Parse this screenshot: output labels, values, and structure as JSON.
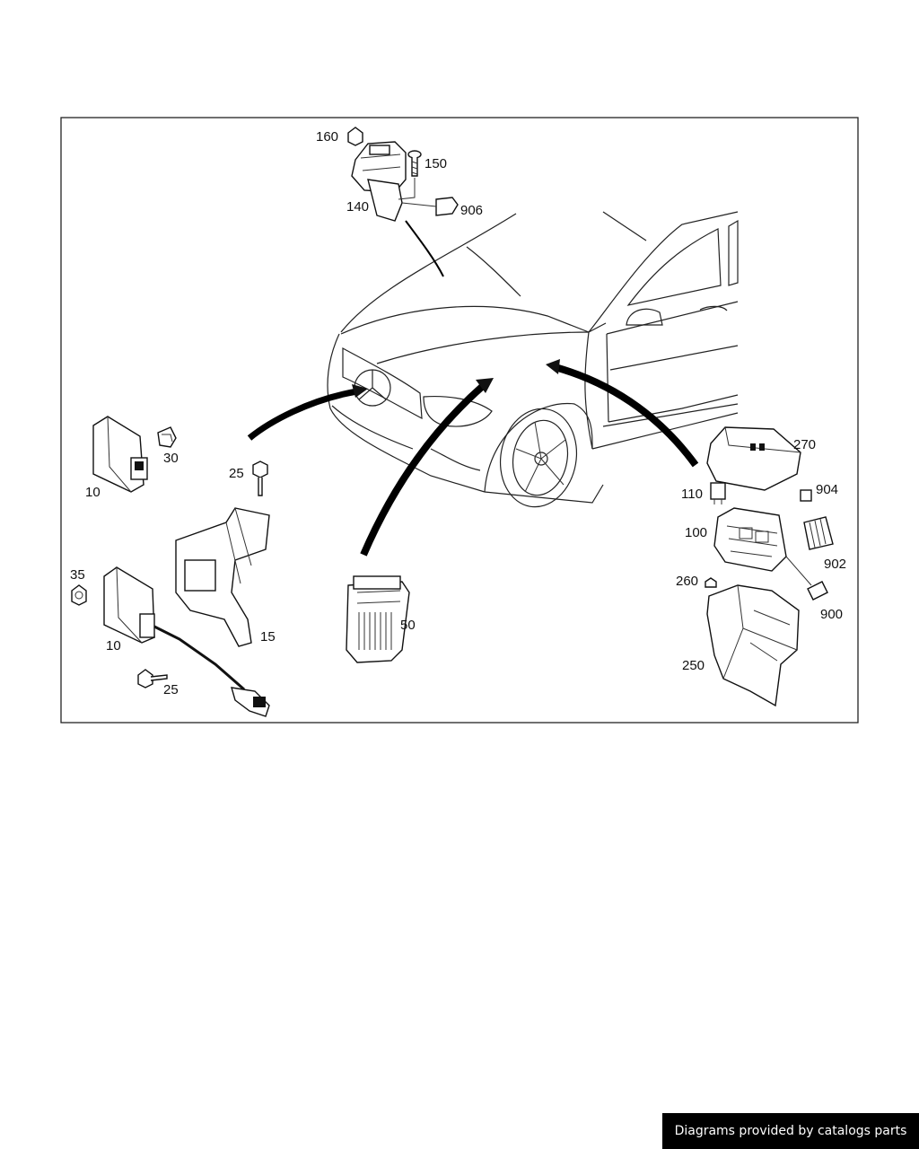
{
  "footer": {
    "text": "Diagrams provided by catalogs parts"
  },
  "callouts": {
    "p160": "160",
    "p150": "150",
    "p140": "140",
    "p906": "906",
    "p30": "30",
    "p10a": "10",
    "p25a": "25",
    "p35": "35",
    "p10b": "10",
    "p15": "15",
    "p25b": "25",
    "p50": "50",
    "p270": "270",
    "p110": "110",
    "p904": "904",
    "p100": "100",
    "p902": "902",
    "p260": "260",
    "p900": "900",
    "p250": "250"
  }
}
